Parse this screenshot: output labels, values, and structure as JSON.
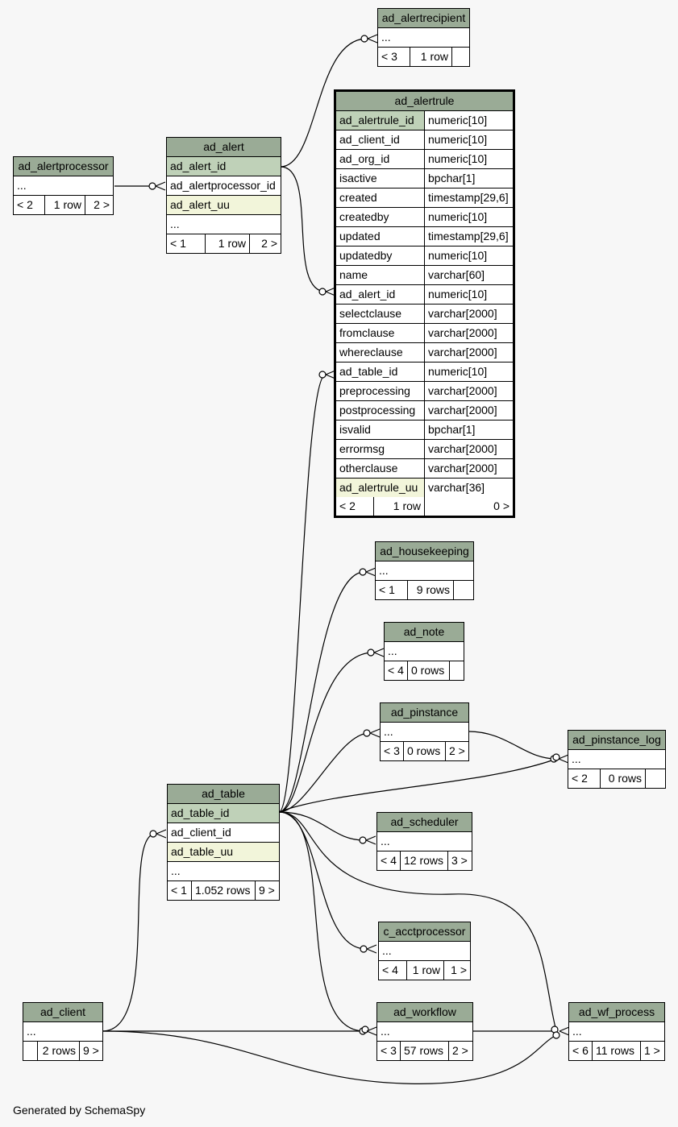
{
  "footer_text": "Generated by SchemaSpy",
  "tables": {
    "ad_alertrecipient": {
      "name": "ad_alertrecipient",
      "rows": [
        "..."
      ],
      "footer": [
        "< 3",
        "1 row",
        ""
      ]
    },
    "ad_alertrule": {
      "name": "ad_alertrule",
      "columns": [
        {
          "name": "ad_alertrule_id",
          "type": "numeric[10]"
        },
        {
          "name": "ad_client_id",
          "type": "numeric[10]"
        },
        {
          "name": "ad_org_id",
          "type": "numeric[10]"
        },
        {
          "name": "isactive",
          "type": "bpchar[1]"
        },
        {
          "name": "created",
          "type": "timestamp[29,6]"
        },
        {
          "name": "createdby",
          "type": "numeric[10]"
        },
        {
          "name": "updated",
          "type": "timestamp[29,6]"
        },
        {
          "name": "updatedby",
          "type": "numeric[10]"
        },
        {
          "name": "name",
          "type": "varchar[60]"
        },
        {
          "name": "ad_alert_id",
          "type": "numeric[10]"
        },
        {
          "name": "selectclause",
          "type": "varchar[2000]"
        },
        {
          "name": "fromclause",
          "type": "varchar[2000]"
        },
        {
          "name": "whereclause",
          "type": "varchar[2000]"
        },
        {
          "name": "ad_table_id",
          "type": "numeric[10]"
        },
        {
          "name": "preprocessing",
          "type": "varchar[2000]"
        },
        {
          "name": "postprocessing",
          "type": "varchar[2000]"
        },
        {
          "name": "isvalid",
          "type": "bpchar[1]"
        },
        {
          "name": "errormsg",
          "type": "varchar[2000]"
        },
        {
          "name": "otherclause",
          "type": "varchar[2000]"
        },
        {
          "name": "ad_alertrule_uu",
          "type": "varchar[36]"
        }
      ],
      "footer": [
        "< 2",
        "1 row",
        "0 >"
      ]
    },
    "ad_alertprocessor": {
      "name": "ad_alertprocessor",
      "rows": [
        "..."
      ],
      "footer": [
        "< 2",
        "1 row",
        "2 >"
      ]
    },
    "ad_alert": {
      "name": "ad_alert",
      "rows": [
        "ad_alert_id",
        "ad_alertprocessor_id",
        "ad_alert_uu",
        "..."
      ],
      "footer": [
        "< 1",
        "1 row",
        "2 >"
      ]
    },
    "ad_housekeeping": {
      "name": "ad_housekeeping",
      "rows": [
        "..."
      ],
      "footer": [
        "< 1",
        "9 rows",
        ""
      ]
    },
    "ad_note": {
      "name": "ad_note",
      "rows": [
        "..."
      ],
      "footer": [
        "< 4",
        "0 rows",
        ""
      ]
    },
    "ad_pinstance": {
      "name": "ad_pinstance",
      "rows": [
        "..."
      ],
      "footer": [
        "< 3",
        "0 rows",
        "2 >"
      ]
    },
    "ad_pinstance_log": {
      "name": "ad_pinstance_log",
      "rows": [
        "..."
      ],
      "footer": [
        "< 2",
        "0 rows",
        ""
      ]
    },
    "ad_table": {
      "name": "ad_table",
      "rows": [
        "ad_table_id",
        "ad_client_id",
        "ad_table_uu",
        "..."
      ],
      "footer": [
        "< 1",
        "1.052 rows",
        "9 >"
      ]
    },
    "ad_scheduler": {
      "name": "ad_scheduler",
      "rows": [
        "..."
      ],
      "footer": [
        "< 4",
        "12 rows",
        "3 >"
      ]
    },
    "c_acctprocessor": {
      "name": "c_acctprocessor",
      "rows": [
        "..."
      ],
      "footer": [
        "< 4",
        "1 row",
        "1 >"
      ]
    },
    "ad_client": {
      "name": "ad_client",
      "rows": [
        "..."
      ],
      "footer": [
        "",
        "2 rows",
        "9 >"
      ]
    },
    "ad_workflow": {
      "name": "ad_workflow",
      "rows": [
        "..."
      ],
      "footer": [
        "< 3",
        "57 rows",
        "2 >"
      ]
    },
    "ad_wf_process": {
      "name": "ad_wf_process",
      "rows": [
        "..."
      ],
      "footer": [
        "< 6",
        "11 rows",
        "1 >"
      ]
    }
  }
}
